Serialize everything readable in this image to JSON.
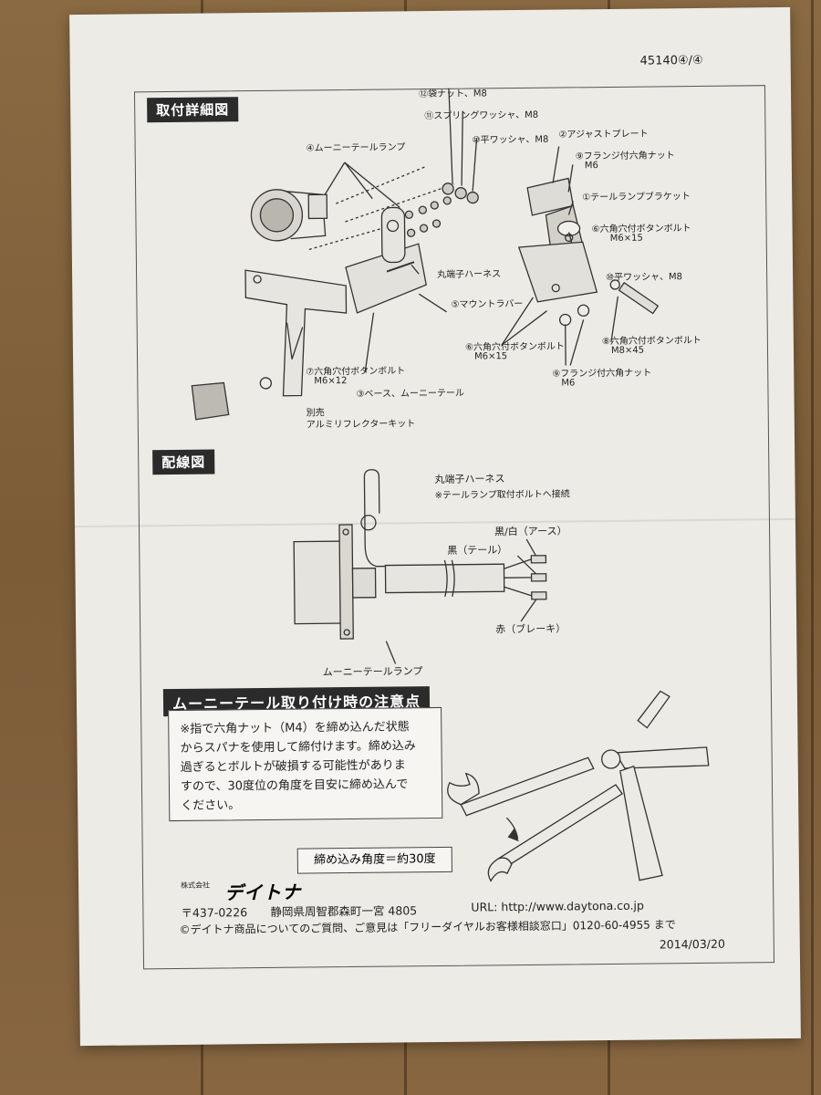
{
  "doc_number": "45140④/④",
  "sections": {
    "install_detail": "取付詳細図",
    "wiring": "配線図",
    "caution": "ムーニーテール取り付け時の注意点"
  },
  "parts": {
    "p12": "⑫袋ナット、M8",
    "p11": "⑪スプリングワッシャ、M8",
    "p10": "⑩平ワッシャ、M8",
    "p2": "②アジャストプレート",
    "p9a": "⑨フランジ付六角ナット",
    "p9a_size": "M6",
    "p1": "①テールランプブラケット",
    "p4": "④ムーニーテールランプ",
    "p6a": "⑥六角穴付ボタンボルト",
    "p6a_size": "M6×15",
    "ring_harness": "丸端子ハーネス",
    "p10b": "⑩平ワッシャ、M8",
    "p5": "⑤マウントラバー",
    "p6b": "⑥六角穴付ボタンボルト",
    "p6b_size": "M6×15",
    "p8": "⑧六角穴付ボタンボルト",
    "p8_size": "M8×45",
    "p7": "⑦六角穴付ボタンボルト",
    "p7_size": "M6×12",
    "p9b": "⑨フランジ付六角ナット",
    "p9b_size": "M6",
    "p3": "③ベース、ムーニーテール",
    "reflector_1": "別売",
    "reflector_2": "アルミリフレクターキット"
  },
  "wiring": {
    "harness": "丸端子ハーネス",
    "harness_note": "※テールランプ取付ボルトへ接続",
    "black_white": "黒/白（アース）",
    "black": "黒（テール）",
    "red": "赤（ブレーキ）",
    "lamp": "ムーニーテールランプ"
  },
  "caution": {
    "lines": [
      "※指で六角ナット（M4）を締め込んだ状態",
      "からスパナを使用して締付けます。締め込み",
      "過ぎるとボルトが破損する可能性がありま",
      "すので、30度位の角度を目安に締め込んで",
      "ください。"
    ],
    "angle": "締め込み角度＝約30度"
  },
  "company": {
    "small": "株式会社",
    "name": "デイトナ",
    "postal": "〒437-0226",
    "address": "静岡県周智郡森町一宮 4805",
    "url": "URL: http://www.daytona.co.jp",
    "support": "©デイトナ商品についてのご質問、ご意見は「フリーダイヤルお客様相談窓口」0120-60-4955 まで",
    "date": "2014/03/20"
  }
}
